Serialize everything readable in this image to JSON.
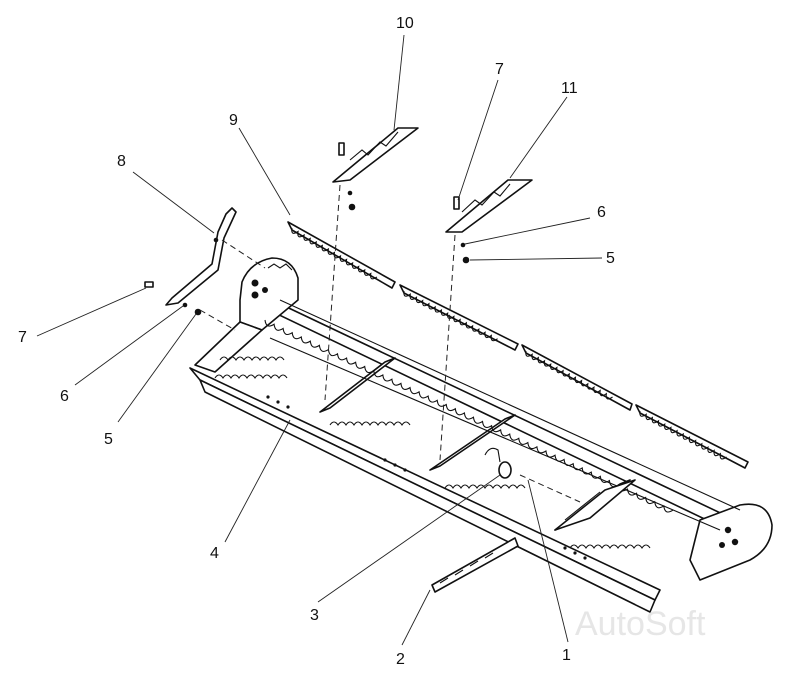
{
  "callouts": {
    "c1": "1",
    "c2": "2",
    "c3": "3",
    "c4": "4",
    "c5_left": "5",
    "c5_right": "5",
    "c6_left": "6",
    "c6_right": "6",
    "c7_left": "7",
    "c7_top": "7",
    "c8": "8",
    "c9": "9",
    "c10": "10",
    "c11": "11"
  },
  "watermark": "AutoSoft"
}
